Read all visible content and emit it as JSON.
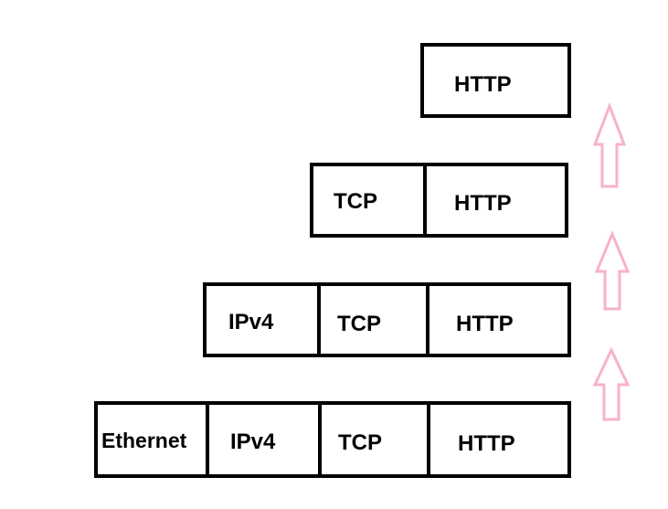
{
  "rows": [
    {
      "cells": [
        "HTTP"
      ]
    },
    {
      "cells": [
        "TCP",
        "HTTP"
      ]
    },
    {
      "cells": [
        "IPv4",
        "TCP",
        "HTTP"
      ]
    },
    {
      "cells": [
        "Ethernet",
        "IPv4",
        "TCP",
        "HTTP"
      ]
    }
  ],
  "arrows": {
    "count": 3,
    "direction": "up",
    "color": "#f7b2cc"
  },
  "colors": {
    "box_border": "#000000",
    "text": "#000000",
    "background": "#ffffff"
  }
}
